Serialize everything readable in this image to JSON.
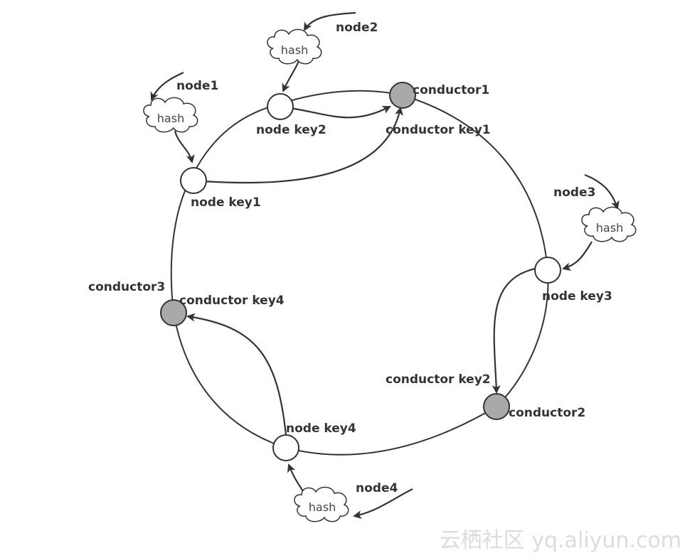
{
  "colors": {
    "stroke": "#333333",
    "conductor_fill": "#a9a9a9",
    "node_fill": "#ffffff",
    "watermark": "#dcdcdc"
  },
  "nodes": {
    "node1": "node1",
    "node2": "node2",
    "node3": "node3",
    "node4": "node4"
  },
  "hash_label": "hash",
  "node_keys": {
    "key1": "node key1",
    "key2": "node key2",
    "key3": "node key3",
    "key4": "node key4"
  },
  "conductors": {
    "c1": "conductor1",
    "c2": "conductor2",
    "c3": "conductor3"
  },
  "conductor_keys": {
    "k1": "conductor key1",
    "k2": "conductor key2",
    "k4": "conductor key4"
  },
  "watermark": "云栖社区 yq.aliyun.com"
}
